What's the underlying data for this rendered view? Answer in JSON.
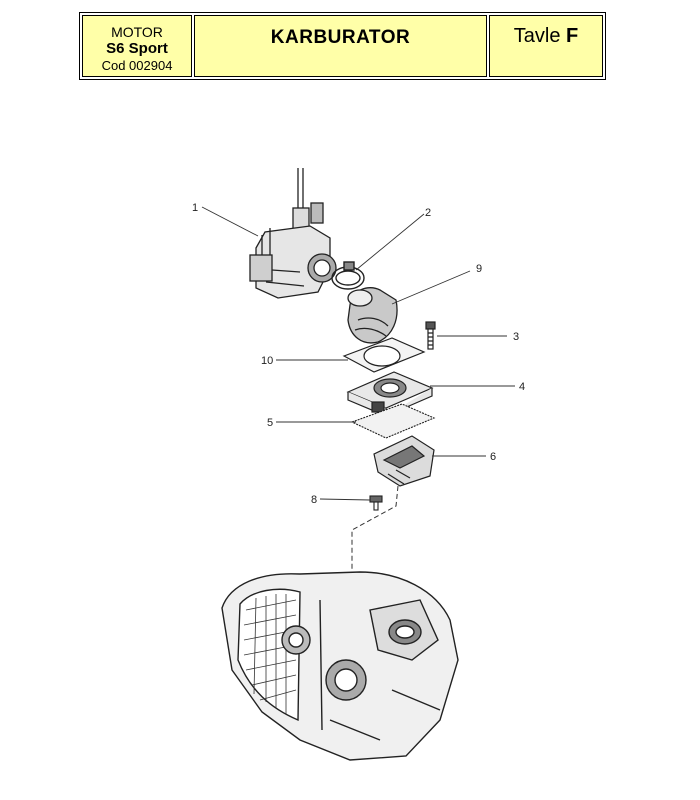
{
  "header": {
    "engine_label": "MOTOR",
    "model": "S6 Sport",
    "code": "Cod 002904",
    "title": "KARBURATOR",
    "plate_label": "Tavle",
    "plate_letter": "F"
  },
  "callouts": {
    "n1": "1",
    "n2": "2",
    "n3": "3",
    "n4": "4",
    "n5": "5",
    "n6": "6",
    "n8": "8",
    "n9": "9",
    "n10": "10"
  }
}
